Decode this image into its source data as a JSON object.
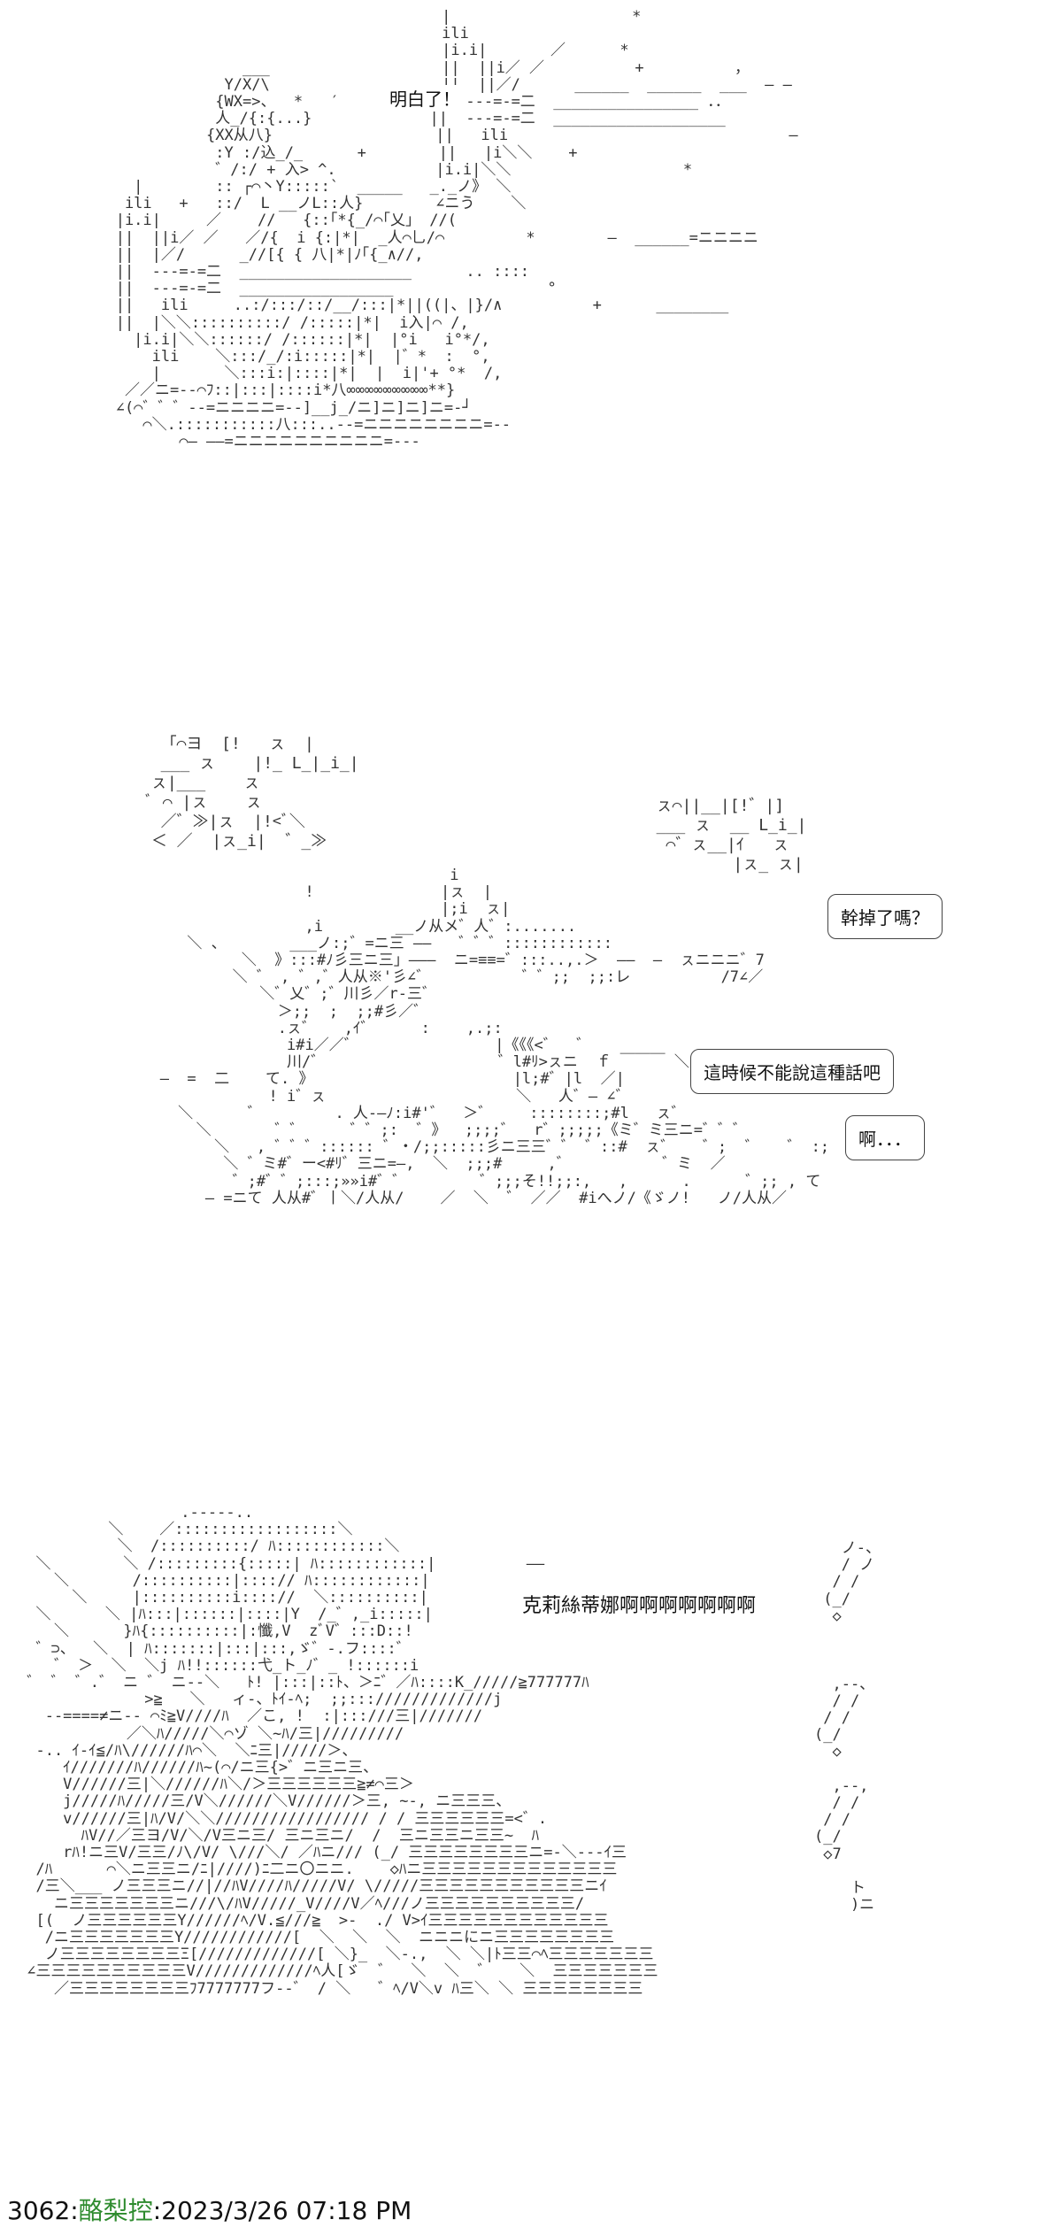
{
  "panel1": {
    "speech": "明白了！",
    "art": "                                       |                    *\n                                       ili\n                                       |i.i|       ／      *\n                 ___                   ||  ||i／ ／          +          ，\n               Y/X/\\                   ||  ||／/      ______  ______  ___  — —\n              {WX=>、  *   ′          ||  ---=-=二  ________________ ．．\n              人_/{:{...}             ||  ---=-=二  ___________________\n             {XX从八}                  ||   ili                               —\n              :Y :/込_/_      +        ||   |i＼＼    +\n              ゛/:/ + 入> ^.           |i.i|＼＼                   *\n     |        :: ┌⌒丶Y:::::`  _____   _._ノ》 ＼\n    ili   +   ::/  L __ノL::人}        ∠ニう    ＼\n   |i.i|     ／    //   {::｢*{_/⌒｢乂」 //(\n   ||  ||i／ ／   ／/{  i {:|*|  _人⌒乚/⌒         *        —  ______=ニニニニ\n   ||  |／/      _//[{ { 八|*|ﾉ｢{_∧//,\n   ||  ---=-=二  ___________________      .. ::::\n   ||  ---=-=二  _________________                 °\n   ||   ili     ..:/:::/::/__/:::|*||((|、|}/∧          +      ________\n   ||  |＼＼::::::::::/ /:::::|*|  i入|⌒ /,\n     |i.i|＼＼::::::/ /::::::|*|  |°i   i°*/,\n       ili    ＼:::/_/:i:::::|*|  |゛*  :  °,\n       |       ＼:::i:|::::|*|  |  i|'+ °*  /,\n    ／／ニ=--⌒ﾌ::|:::|::::i*八∞∞∞∞∞∞∞∞∞**}\n   ∠(⌒゛゛゛--=ニニニニ=--]__j_/ニ]ニ]ニ]ニ=-┘\n      ⌒＼.:::::::::::八:::..--=ニニニニニニニニ=--\n          ⌒— ——=ニニニニニニニニニニ=---"
  },
  "panel2": {
    "sfx": "  「⌒ヨ  [!   ㇲ  |\n  ___ ㇲ    |!_ L_|_i_|\n ㇲ|___    ㇲ\n ﾞ ⌒ |ㇲ    ㇲ\n  ／゛≫|ㇲ  |!<ﾞ＼\n ＜ ／  |ㇲ_i|  ゛_≫",
    "sfx2": "  ㇲ⌒||__|[!゛|]\n  ___ ㇲ  __ L_i_|\n   ⌒゛ㇲ__|ｲ   ㇲ\n          |ㇲ_ ㇲ|",
    "bubble1": "幹掉了嗎？",
    "bubble2": "這時候不能說這種話吧",
    "bubble3": "啊．．．",
    "art": "                                   i\n                   !              |ㇲ  |\n                                  |;i  ㇲ|\n                   ,i        __ノ从メ゛人゛:.......\n      ＼ 、       ___ノ:;゛=ニ三 ——   ゛゛゛::::::::::::\n            ＼  》:::#ﾉ彡三ニ三」———  ニ=≡≡=゛:::..,.＞  ——  —  ㇲニニニ゛7\n           ＼ ゛ , ゛,゛人从※'彡∠゛          ゛゛;;  ;;:レ          /7∠／\n              ＼゛乂゛;゛川彡／r-三゛\n                ＞;;  ;  ;;#彡／゛\n                .ㇲ゛   ,ｲ゛     :    ,.;:\n                 i#i／／゛               |《《《<゛  ゛\n                 川/゛                   ゛l#ﾘ>ㇲニ  ｆ ￣￣￣ ＼\n   —  =  二    て. 》                      |l;#゛|l  ／|\n               ! i゛ㇲ                     ＼   人゛— ∠゛\n     ＼      ゛        . 人-—ﾉ:i#'゛  ＞゛    ::::::::;#l   ㇲ゛\n       ＼       ゛゛     ゛゛;:  ゛》  ;;;;゛  r゛;;;;;《ミ゛ミ三ニ=゛゛゛\n         ＼   , ゛゛゛:::::: ゛・/;;:::::彡ニ三三゛゛ ゛::#  ㇲ゛   ゛;  ゛   ゛ :;  て\n          ＼ ゛ミ#゛ー<#ﾘ゛三ニ=—,  ＼  ;;;#     ,゛          ゛ミ  ／\n           ゛;#゛゛;:::;»»i#゛゛        ゛;;;そ!!;;:,   ,      .      ゛;; , て\n        — =ニて 人从#゛丨＼/人从/    ／  ＼  ゛ ／／  #iへノ/《ゞノ!   ノ/人从／"
  },
  "panel3": {
    "shout": "克莉絲蒂娜啊啊啊啊啊啊啊",
    "art": "                  .-----..\n          ＼    ／::::::::::::::::::＼\n           ＼  /::::::::::/ ﾊ::::::::::::＼\n  ＼        ＼ /:::::::::{:::::| ﾊ::::::::::::|          ——\n    ＼       /::::::::::|::::// ﾊ::::::::::::|\n      ＼     |::::::::::i:::://  ＼::::::::::|\n  ＼      ＼ |ﾊ:::|::::::|::::|Y  /_゛,_i:::::|\n    ＼      }ﾊ{::::::::::|:懺,V  zﾞV゛:::D::!\n  ゛⊃、  ＼  | ﾊ:::::::|:::|:::,ゞ゛-.フ::::゛\n    ゛ ＞  ＼  ＼j ﾊ!!::::::弋_ト_ﾉ゛_ !::::::i\n ゛ ゛ ゛.゛ ニ ゛ ニ--＼   ﾄ! |:::|::ﾄ、＞ﾆ゛／ﾊ::::K_/////≧777777ﾊ\n              >≧   ＼   ィ-、ﾄｲ-ﾍ;  ;;::://///////////j\n   --====≠ニ-- ⌒ﾐ≧V////ﾊ  ／こ, !  :|:::///三|///////\n            ／＼ﾊ/////＼⌒ゾ ＼~ﾊ/三|/////////\n  -.. ｲ-ｲ≦/ﾊ\\//////ﾊ⌒＼  ＼ﾆ三|/////＞、\n     ｲ///////ﾊ//////ﾊ~(⌒/ニ三{>゛ニ三ニ三、\n     V//////三|＼//////ﾊ＼/＞三三三三三三≧≠⌒三＞\n     j/////ﾊ/////三/V＼//////＼V//////＞三, ~-, ニ三三三、\n     v//////三|ﾊ/V/＼＼///////////////// / / 三三三三三三=<゛.\n       ﾊV//／三ヨ/V/＼/V三ニ三/ 三ニ三ニ/  /  三ニ三三ニ三三~  ﾊ\n     rﾊ!ニ三V/三三/ﾉ\\/V/ \\///＼/ ／ﾊニ/// (_/ 三三三三三三三三ニ=-＼---ｲ三\n  /ﾊ      ⌒＼ニ三三ニ/ﾆ|////)ﾆ二ニ〇ニニ.    ◇ﾊニ三三三三三三三三三三三三三\n  /三＼___ ノ三三三ニ//|//ﾊV////ﾊ/////V/ \\/////三三三三三三三三三三三ニｲ\n    ニ三三三三三三三ニ///\\/ﾊV/////_V////V／ﾍ///ノ三三三三三三三三三三/\n  [(  ノ三三三三三三Y//////ﾍ/V.≦///≧  >-  ./ V>ｲ三三三三三三三三三三三三\n   /ニ三三三三三三三Y////////////[  ＼  ＼  ＼  ニニニにニ三三三三三三三三\n   ノ三三三三三三三三Ξ[/////////////[ ＼}_  ＼-.,  ＼ ＼|ﾄ三三⌒ﾍ三三三三三三三\n ∠三三三三三三三三三三V/////////////ﾍ人[ゞ  ゛  ＼  ＼  ゛   ＼  三三三三三三三\n    ／三三三三三三三三ﾌ7777777フ--゛ / ＼   ゛ﾍ/V＼v ﾊ三＼ ＼ 三三三三三三三三",
    "right_art": "   ノ-、\n   / ノ\n  / /\n (_/\n  ◇\n\n\n\n  ,--、\n  / /\n / /\n(_/\n  ◇\n\n  ,--,\n  / /\n / /\n(_/\n ◇7\n\n    ト\n    )ニ"
  },
  "footer": {
    "floor": "3062",
    "separator": ":",
    "user": "酪梨控",
    "timestamp": ":2023/3/26 07:18 PM"
  }
}
